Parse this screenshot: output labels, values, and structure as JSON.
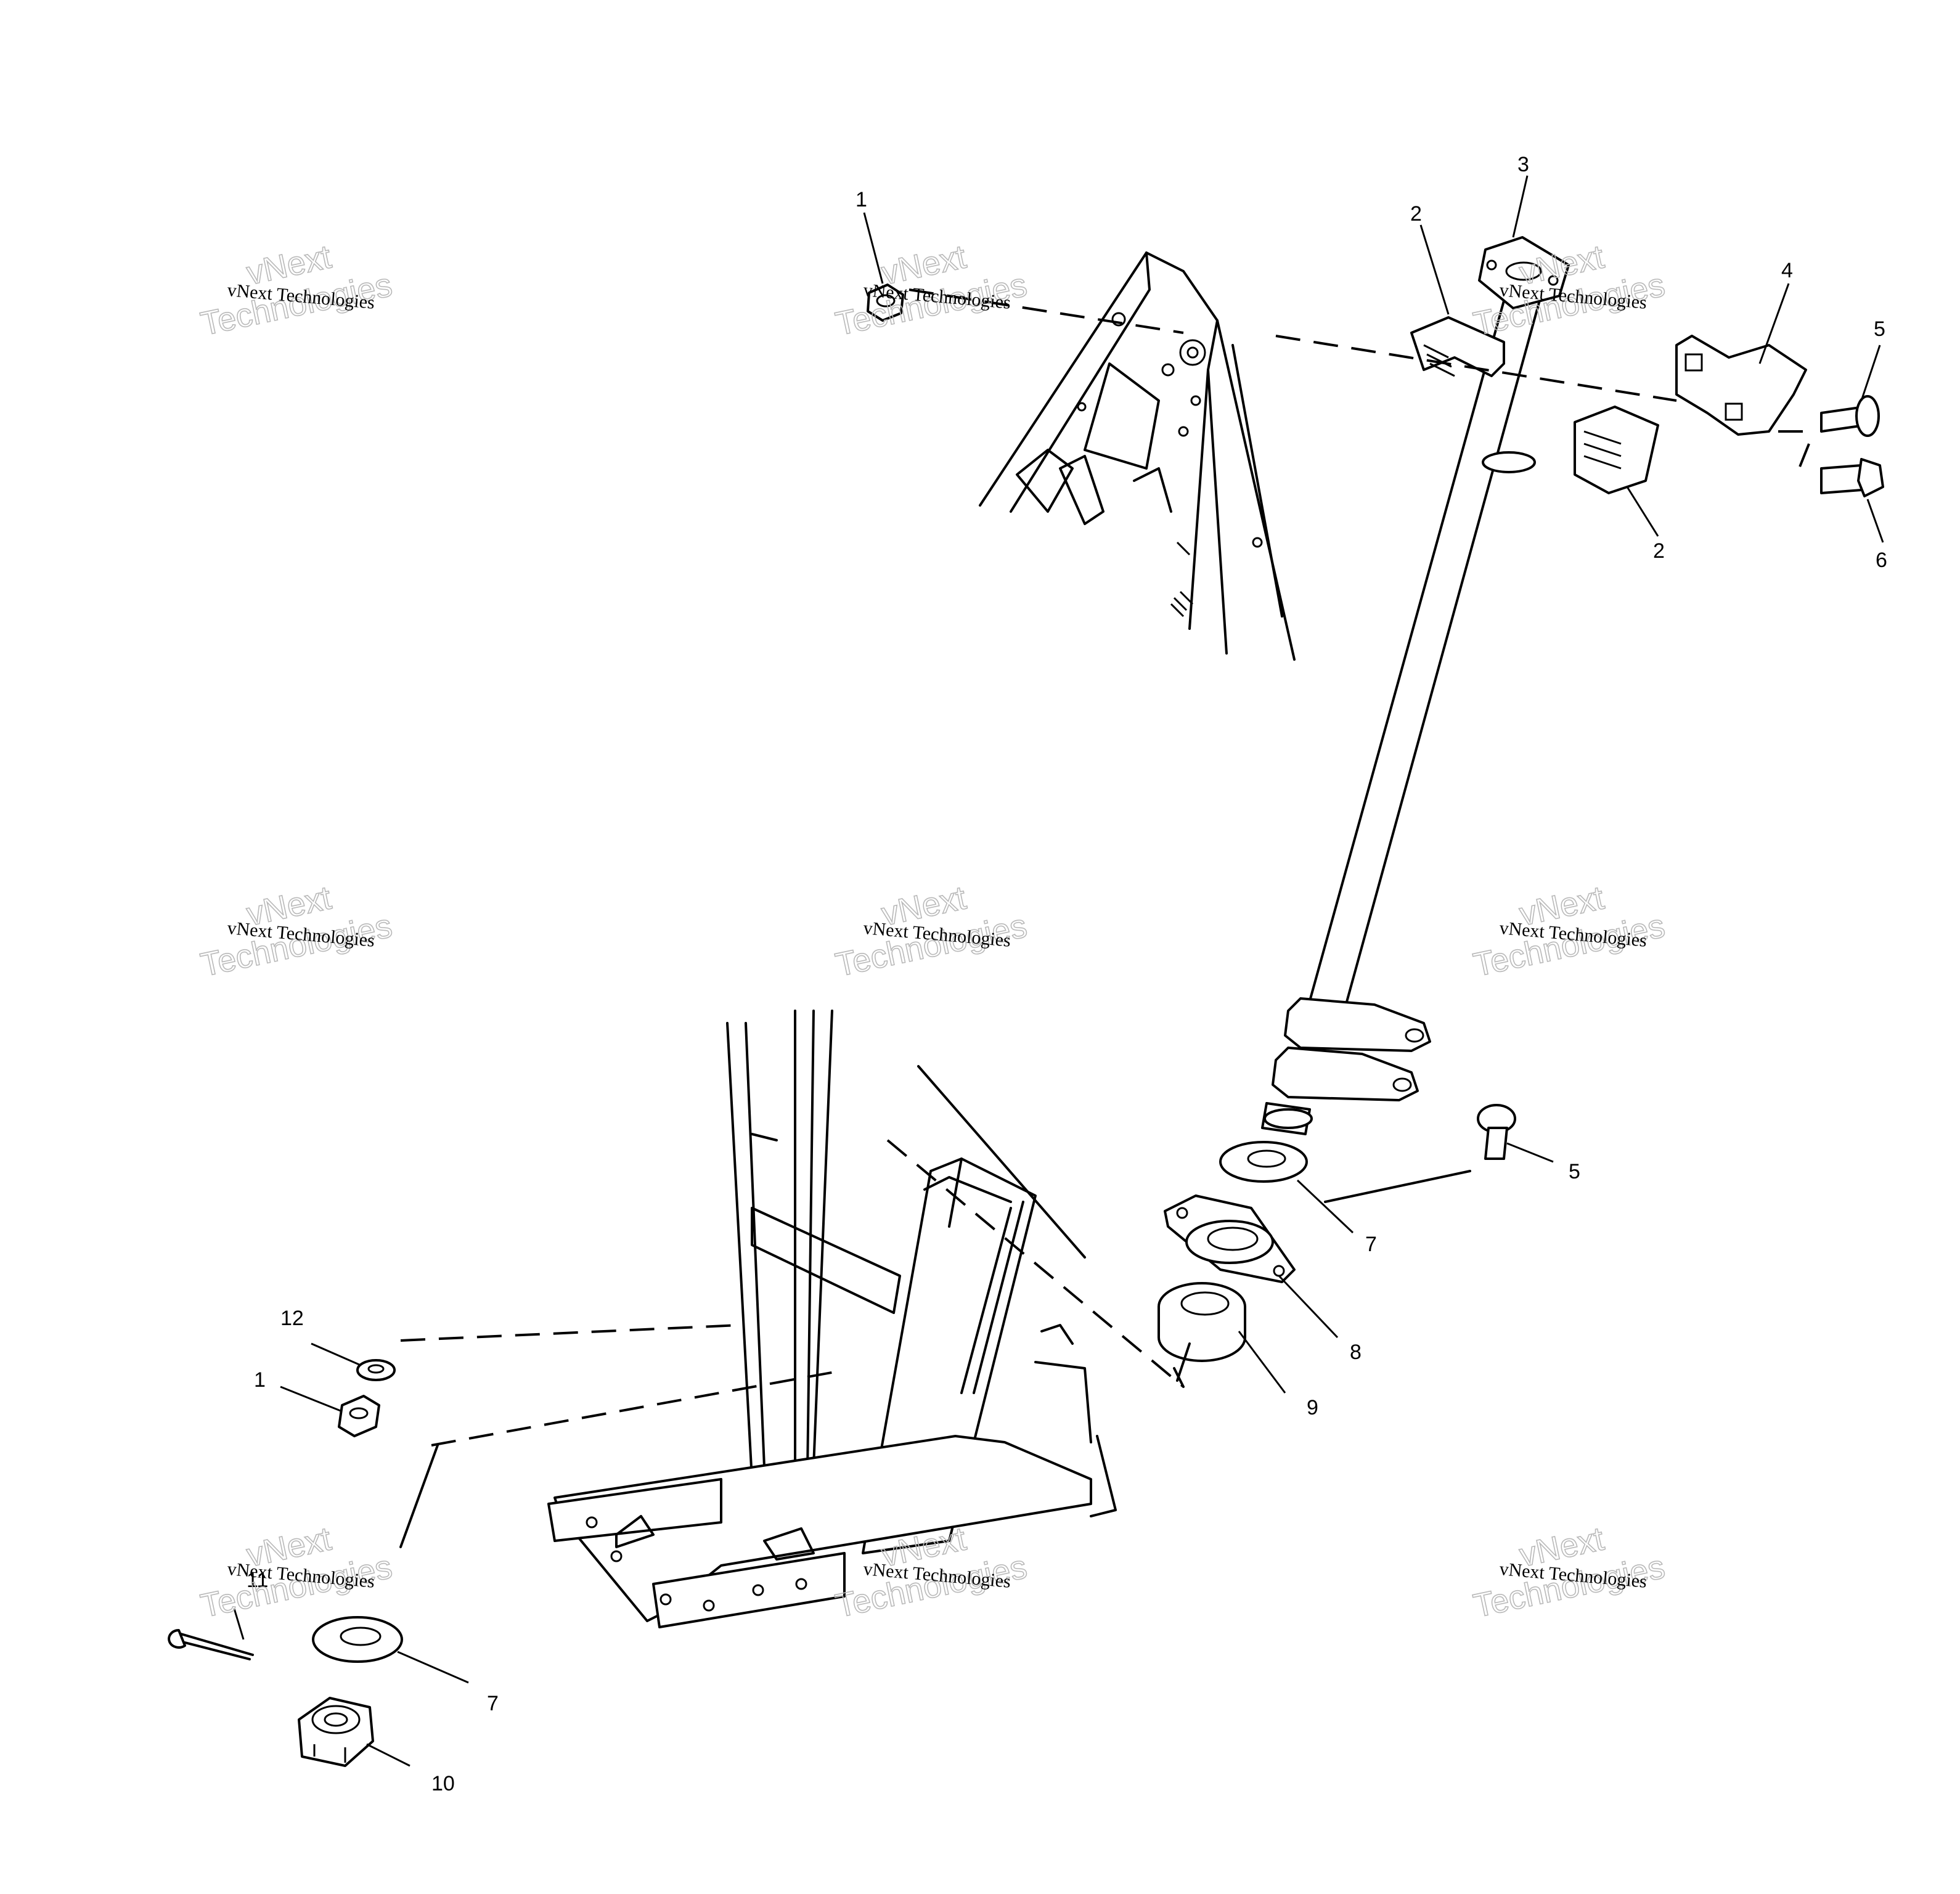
{
  "callouts": {
    "c1_top": "1",
    "c2_top": "2",
    "c3": "3",
    "c4": "4",
    "c5_top": "5",
    "c2_bottom": "2",
    "c6": "6",
    "c5_mid": "5",
    "c7_mid": "7",
    "c8": "8",
    "c9": "9",
    "c12": "12",
    "c1_bottom": "1",
    "c11": "11",
    "c7_bottom": "7",
    "c10": "10"
  },
  "watermark": {
    "line_small": "vNext Technologies",
    "line_big_1": "vNext",
    "line_big_2": "Technologies"
  }
}
